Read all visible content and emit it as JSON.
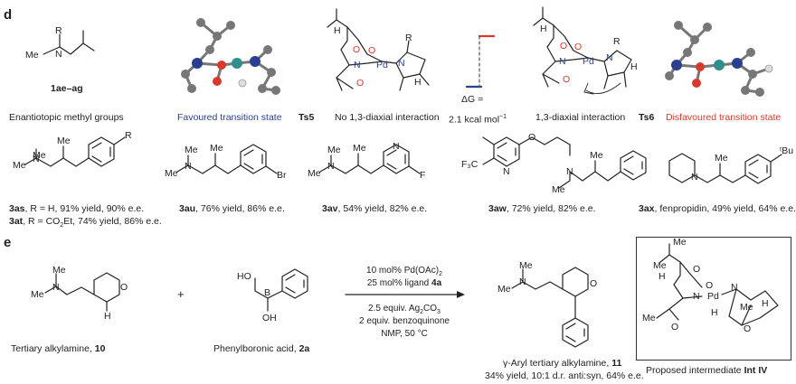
{
  "panel_d": {
    "label": "d",
    "substrate_code": "1ae–ag",
    "substrate_caption": "Enantiotopic methyl groups",
    "favoured_caption": "Favoured transition state",
    "ts5": "Ts5",
    "ts5_caption": "No 1,3-diaxial interaction",
    "delta_g": "ΔG =",
    "delta_g_value": "2.1 kcal mol",
    "delta_g_exp": "−1",
    "ts6_caption": "1,3-diaxial interaction",
    "ts6": "Ts6",
    "disfavoured_caption": "Disfavoured transition state",
    "colors": {
      "favoured": "#2b3f8f",
      "disfavoured": "#d8392b",
      "pd": "#2f8f8a",
      "n": "#2b3f8f",
      "o": "#d8392b"
    }
  },
  "products": [
    {
      "code": "3as",
      "text": ", R = H, 91% yield, 90% e.e."
    },
    {
      "code": "3at",
      "text": ", R = CO",
      "sub": "2",
      "tail": "Et, 74% yield, 86% e.e."
    },
    {
      "code": "3au",
      "text": ", 76% yield, 86% e.e."
    },
    {
      "code": "3av",
      "text": ", 54% yield, 82% e.e."
    },
    {
      "code": "3aw",
      "text": ", 72% yield, 82% e.e."
    },
    {
      "code": "3ax",
      "text": ", fenpropidin, 49% yield, 64% e.e."
    }
  ],
  "panel_e": {
    "label": "e",
    "plus": "+",
    "sm1_caption": "Tertiary alkylamine, ",
    "sm1_code": "10",
    "sm2_caption": "Phenylboronic acid, ",
    "sm2_code": "2a",
    "cond1": "10 mol% Pd(OAc)",
    "cond1_sub": "2",
    "cond2": "25 mol% ligand ",
    "cond2_code": "4a",
    "cond3": "2.5 equiv. Ag",
    "cond3_sub": "2",
    "cond3_b": "CO",
    "cond3_sub2": "3",
    "cond4": "2 equiv. benzoquinone",
    "cond5": "NMP, 50 °C",
    "product_caption": "γ-Aryl tertiary alkylamine, ",
    "product_code": "11",
    "product_yield": "34% yield, 10:1 d.r. anti:syn, 64% e.e.",
    "intermediate_caption": "Proposed intermediate ",
    "intermediate_code": "Int IV"
  },
  "atoms": {
    "N": "N",
    "R": "R",
    "Me": "Me",
    "O": "O",
    "Pd": "Pd",
    "H": "H",
    "Br": "Br",
    "F": "F",
    "F3C": "F₃C",
    "HO": "HO",
    "OH": "OH",
    "B": "B",
    "tBu": "ᵗBu"
  }
}
